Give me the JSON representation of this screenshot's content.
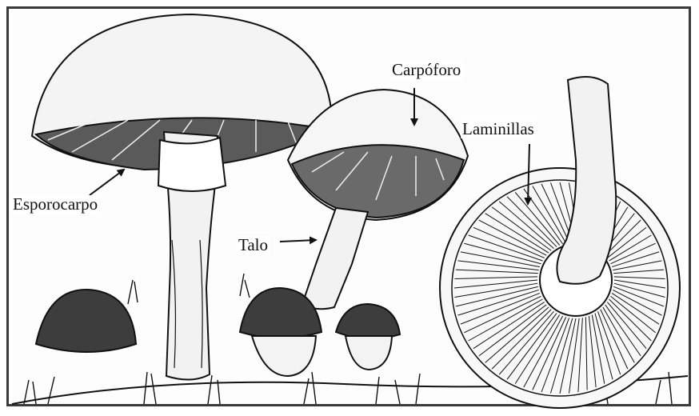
{
  "labels": {
    "carpoforo": "Carpóforo",
    "laminillas": "Laminillas",
    "esporocarpo": "Esporocarpo",
    "talo": "Talo"
  },
  "colors": {
    "ink": "#111111",
    "paper": "#fdfdfd",
    "frame": "#3a3a3a"
  }
}
